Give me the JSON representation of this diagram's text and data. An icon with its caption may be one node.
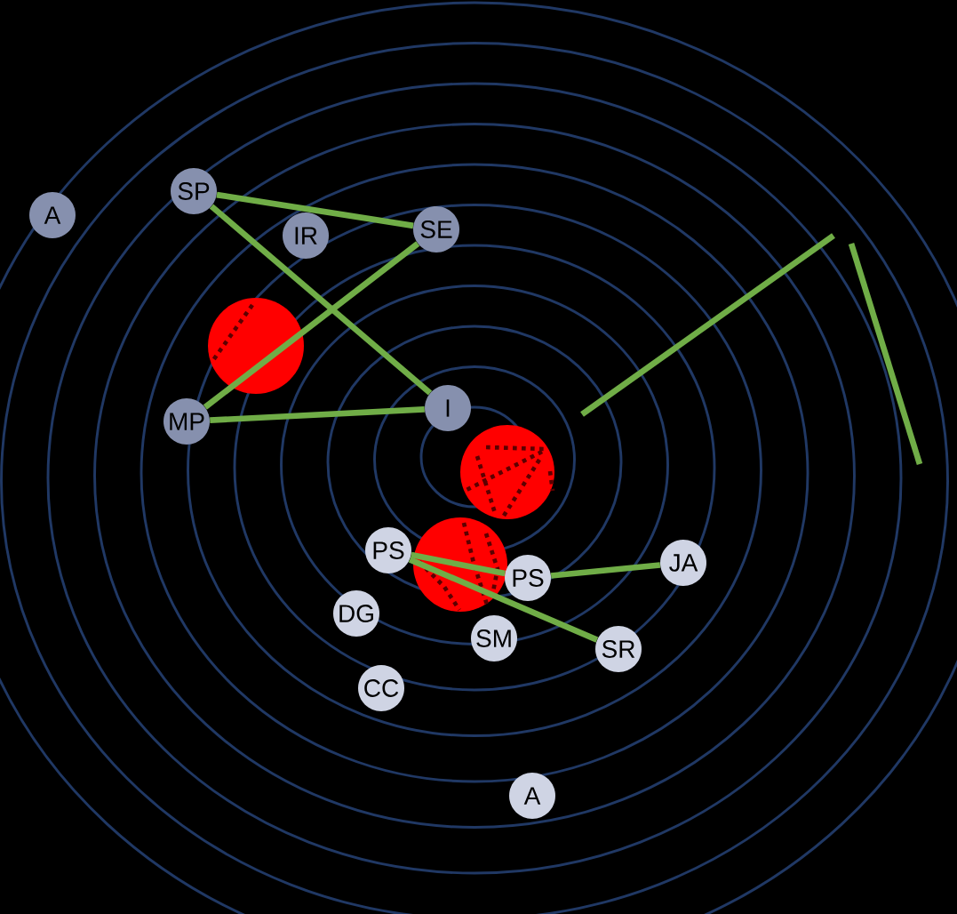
{
  "diagram": {
    "nodes": [
      {
        "text": [
          "A"
        ]
      },
      {
        "text": [
          "SP"
        ]
      },
      {
        "text": [
          "IR"
        ]
      },
      {
        "text": [
          "SE"
        ]
      },
      {
        "text": [
          "MP"
        ]
      },
      {
        "text": [
          "I"
        ]
      },
      {
        "text": [
          "PS"
        ]
      },
      {
        "text": [
          "PS"
        ]
      },
      {
        "text": [
          "JA"
        ]
      },
      {
        "text": [
          "DG"
        ]
      },
      {
        "text": [
          "SM"
        ]
      },
      {
        "text": [
          "SR"
        ]
      },
      {
        "text": [
          "CC"
        ]
      },
      {
        "text": [
          "A"
        ]
      }
    ],
    "edges": [
      {
        "from": 1,
        "to": 3,
        "arrow": "none"
      },
      {
        "from": 1,
        "to": 5,
        "arrow": "none"
      },
      {
        "from": 3,
        "to": 4,
        "arrow": "none"
      },
      {
        "from": 4,
        "to": 5,
        "arrow": "none"
      },
      {
        "from": 6,
        "to": 7,
        "arrow": "none"
      },
      {
        "from": 6,
        "to": 11,
        "arrow": "none"
      },
      {
        "from": 7,
        "to": 8,
        "arrow": "none"
      }
    ]
  }
}
